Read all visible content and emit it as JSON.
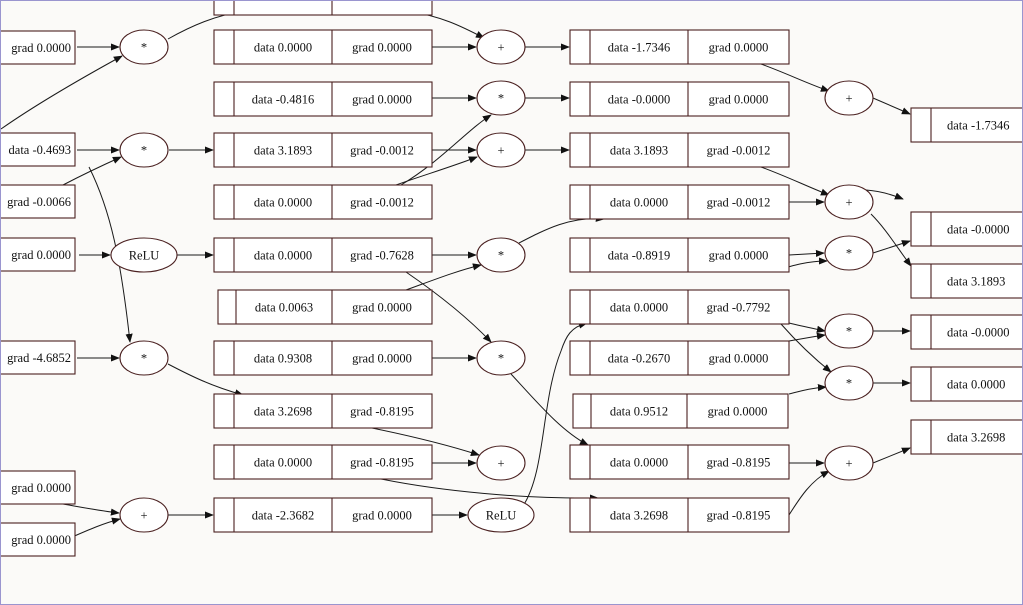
{
  "graph": {
    "value_nodes": [
      {
        "id": "L1",
        "data": "",
        "grad": "grad 0.0000"
      },
      {
        "id": "L2",
        "data": "data -0.4693",
        "grad": ""
      },
      {
        "id": "L3",
        "data": "",
        "grad": "grad -0.0066"
      },
      {
        "id": "L4",
        "data": "",
        "grad": "grad 0.0000"
      },
      {
        "id": "L5",
        "data": "",
        "grad": "grad -4.6852"
      },
      {
        "id": "L6",
        "data": "",
        "grad": "grad 0.0000"
      },
      {
        "id": "L7",
        "data": "",
        "grad": "grad 0.0000"
      },
      {
        "id": "M0",
        "data": "",
        "grad": ""
      },
      {
        "id": "M1",
        "data": "data 0.0000",
        "grad": "grad 0.0000"
      },
      {
        "id": "M2",
        "data": "data -0.4816",
        "grad": "grad 0.0000"
      },
      {
        "id": "M3",
        "data": "data 3.1893",
        "grad": "grad -0.0012"
      },
      {
        "id": "M4",
        "data": "data 0.0000",
        "grad": "grad -0.0012"
      },
      {
        "id": "M5",
        "data": "data 0.0000",
        "grad": "grad -0.7628"
      },
      {
        "id": "M6",
        "data": "data 0.0063",
        "grad": "grad 0.0000"
      },
      {
        "id": "M7",
        "data": "data 0.9308",
        "grad": "grad 0.0000"
      },
      {
        "id": "M8",
        "data": "data 3.2698",
        "grad": "grad -0.8195"
      },
      {
        "id": "M9",
        "data": "data 0.0000",
        "grad": "grad -0.8195"
      },
      {
        "id": "M10",
        "data": "data -2.3682",
        "grad": "grad 0.0000"
      },
      {
        "id": "R1",
        "data": "data -1.7346",
        "grad": "grad 0.0000"
      },
      {
        "id": "R2",
        "data": "data -0.0000",
        "grad": "grad 0.0000"
      },
      {
        "id": "R3",
        "data": "data 3.1893",
        "grad": "grad -0.0012"
      },
      {
        "id": "R4",
        "data": "data 0.0000",
        "grad": "grad -0.0012"
      },
      {
        "id": "R5",
        "data": "data -0.8919",
        "grad": "grad 0.0000"
      },
      {
        "id": "R6",
        "data": "data 0.0000",
        "grad": "grad -0.7792"
      },
      {
        "id": "R7",
        "data": "data -0.2670",
        "grad": "grad 0.0000"
      },
      {
        "id": "R8",
        "data": "data 0.9512",
        "grad": "grad 0.0000"
      },
      {
        "id": "R9",
        "data": "data 0.0000",
        "grad": "grad -0.8195"
      },
      {
        "id": "R10",
        "data": "data 3.2698",
        "grad": "grad -0.8195"
      },
      {
        "id": "F1",
        "data": "data -1.7346",
        "grad": ""
      },
      {
        "id": "F2",
        "data": "data -0.0000",
        "grad": ""
      },
      {
        "id": "F3",
        "data": "data 3.1893",
        "grad": ""
      },
      {
        "id": "F4",
        "data": "data -0.0000",
        "grad": ""
      },
      {
        "id": "F5",
        "data": "data 0.0000",
        "grad": ""
      },
      {
        "id": "F6",
        "data": "data 3.2698",
        "grad": ""
      }
    ],
    "op_nodes": [
      {
        "id": "o1",
        "label": "*"
      },
      {
        "id": "o2",
        "label": "*"
      },
      {
        "id": "o3",
        "label": "ReLU"
      },
      {
        "id": "o4",
        "label": "*"
      },
      {
        "id": "o5",
        "label": "+"
      },
      {
        "id": "p1",
        "label": "+"
      },
      {
        "id": "p2",
        "label": "*"
      },
      {
        "id": "p3",
        "label": "+"
      },
      {
        "id": "p4",
        "label": "*"
      },
      {
        "id": "p5",
        "label": "*"
      },
      {
        "id": "p6",
        "label": "+"
      },
      {
        "id": "p7",
        "label": "ReLU"
      },
      {
        "id": "q1",
        "label": "+"
      },
      {
        "id": "q2",
        "label": "+"
      },
      {
        "id": "q3",
        "label": "*"
      },
      {
        "id": "q4",
        "label": "*"
      },
      {
        "id": "q5",
        "label": "*"
      },
      {
        "id": "q6",
        "label": "+"
      }
    ]
  }
}
